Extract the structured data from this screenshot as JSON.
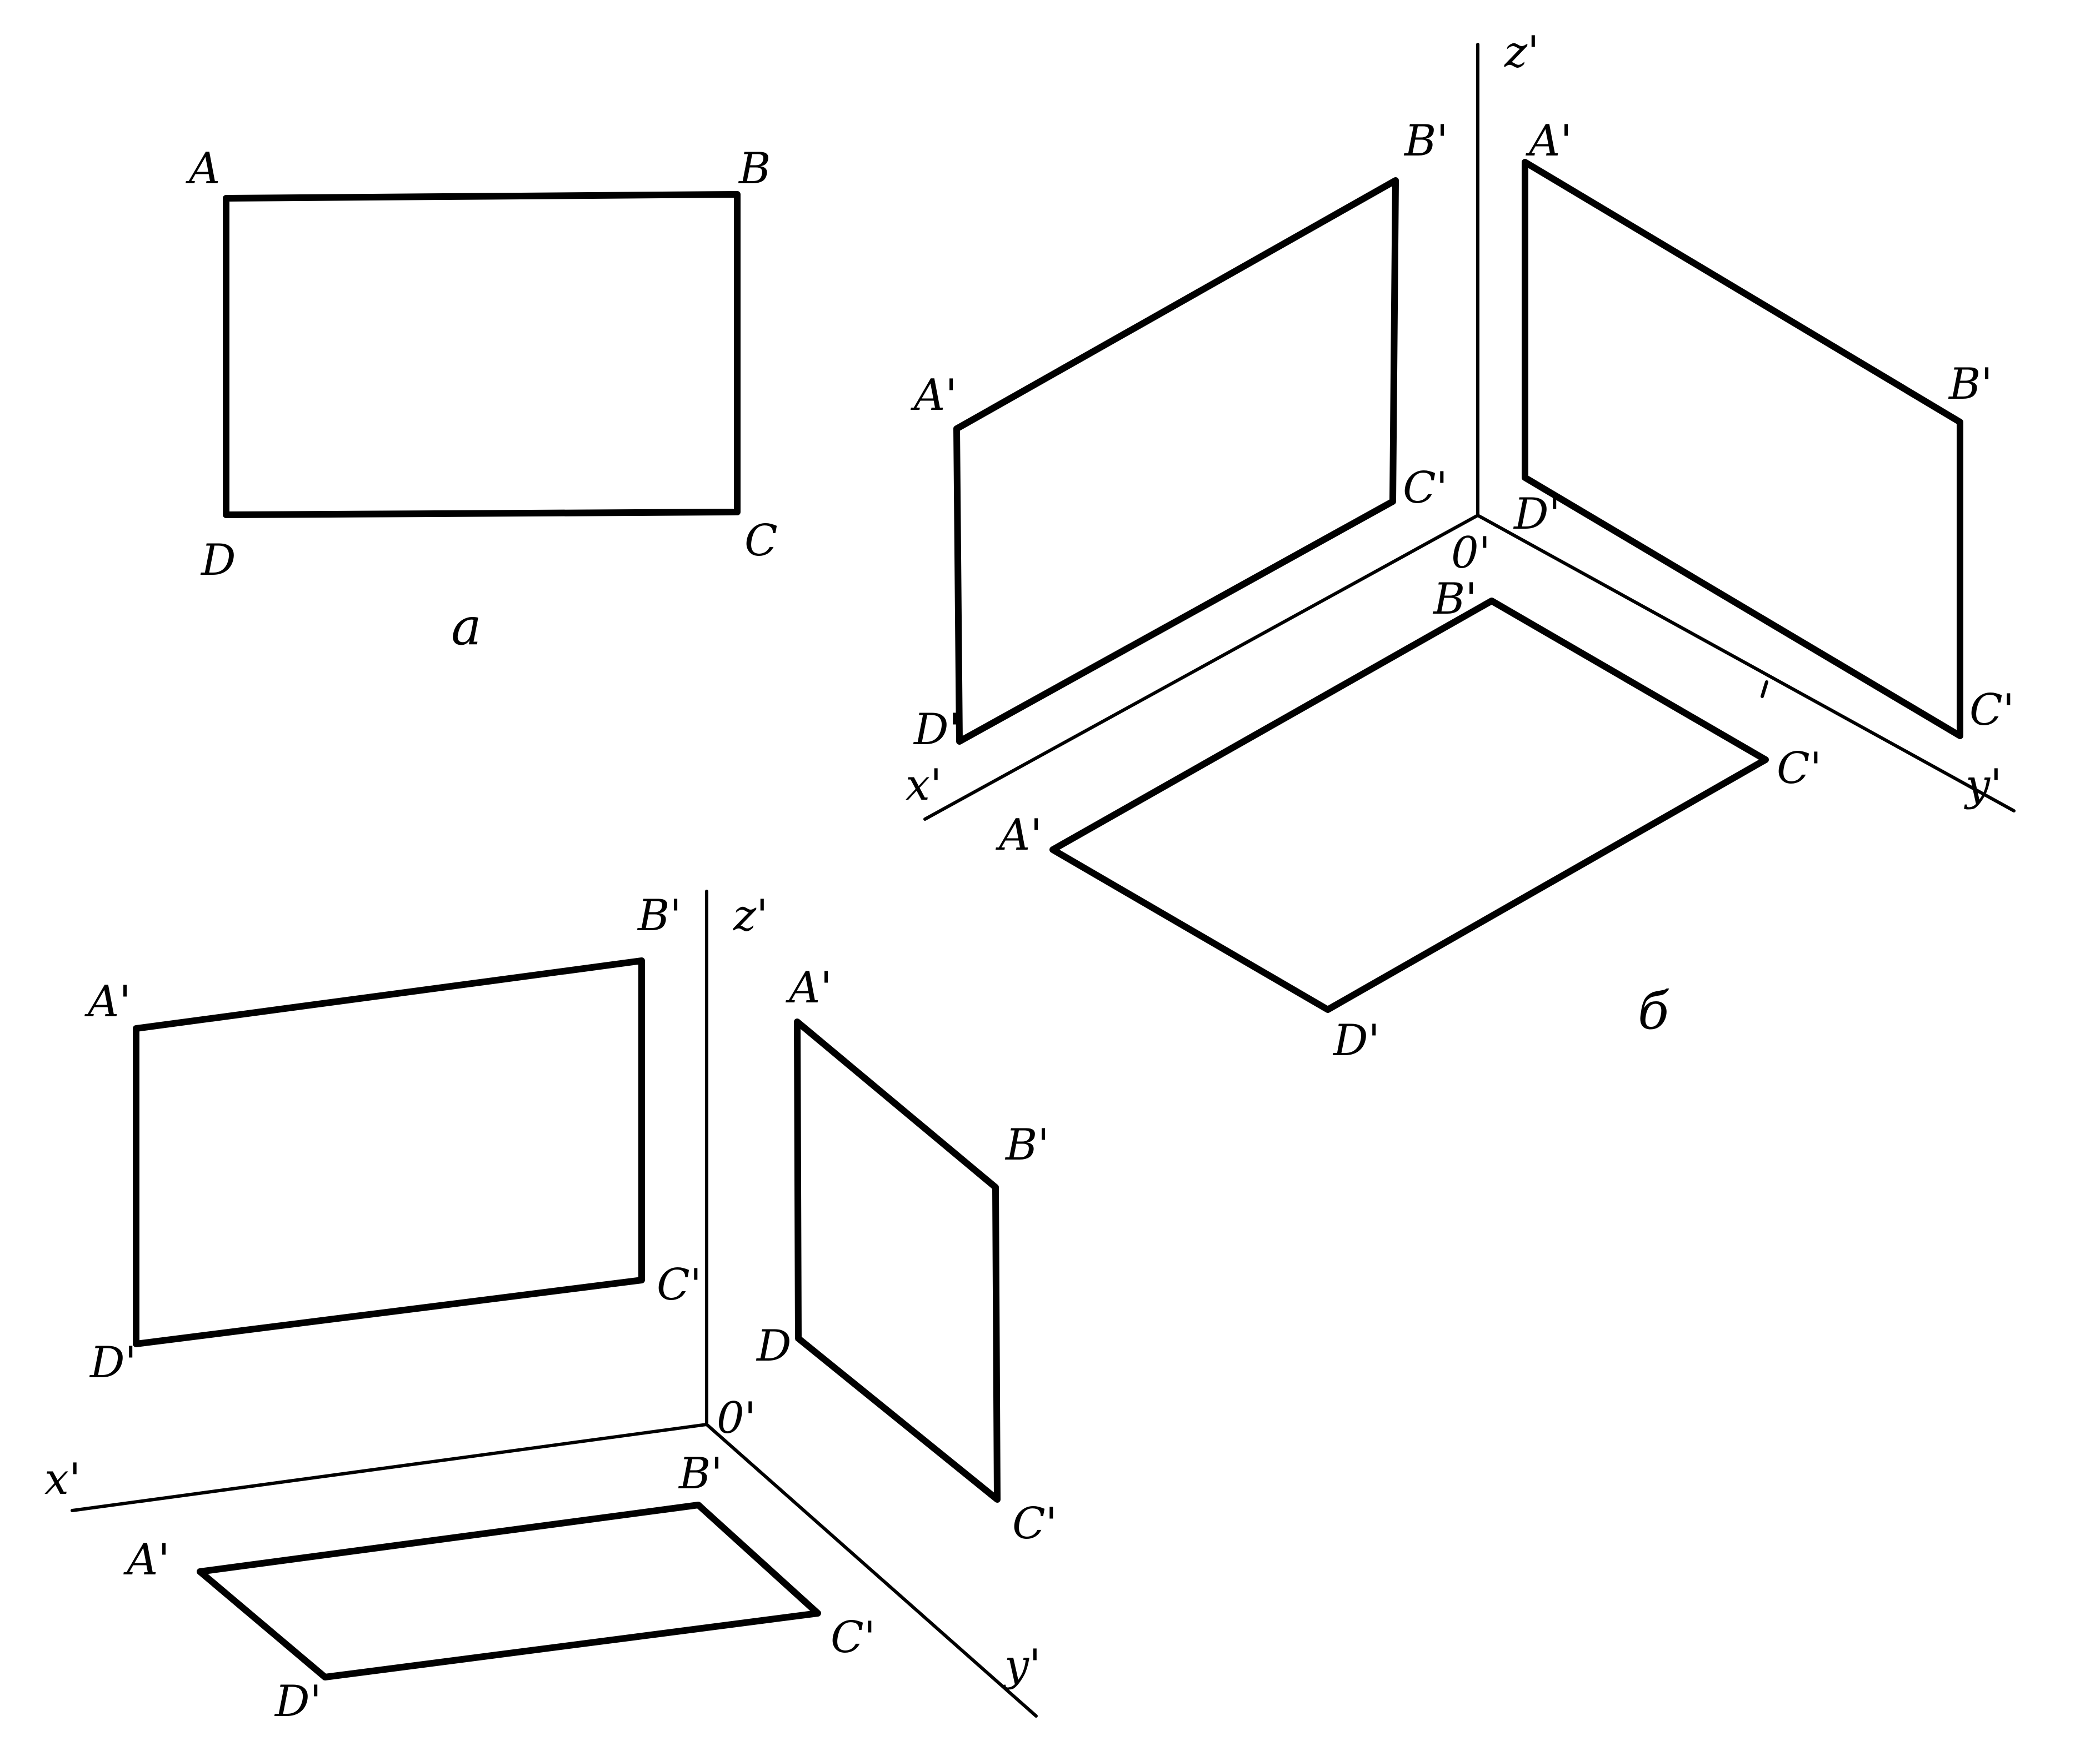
{
  "figure_a": {
    "caption": "a",
    "labels": {
      "a": "A",
      "b": "B",
      "c": "C",
      "d": "D"
    }
  },
  "figure_b": {
    "caption": "б",
    "axes": {
      "x": "x'",
      "y": "y'",
      "z": "z'",
      "origin": "0'"
    },
    "vertical_left": {
      "a": "A'",
      "b": "B'",
      "c": "C'",
      "d": "D'"
    },
    "vertical_right": {
      "a": "A'",
      "b": "B'",
      "c": "C'",
      "d": "D'"
    },
    "horizontal": {
      "a": "A'",
      "b": "B'",
      "c": "C'",
      "d": "D'"
    }
  },
  "figure_c": {
    "axes": {
      "x": "x'",
      "y": "y'",
      "z": "z'",
      "origin": "0'"
    },
    "frontal": {
      "a": "A'",
      "b": "B'",
      "c": "C'",
      "d": "D'"
    },
    "profile": {
      "a": "A'",
      "b": "B'",
      "c": "C'",
      "d": "D'"
    },
    "horizontal": {
      "a": "A'",
      "b": "B'",
      "c": "C'",
      "d": "D'"
    }
  }
}
